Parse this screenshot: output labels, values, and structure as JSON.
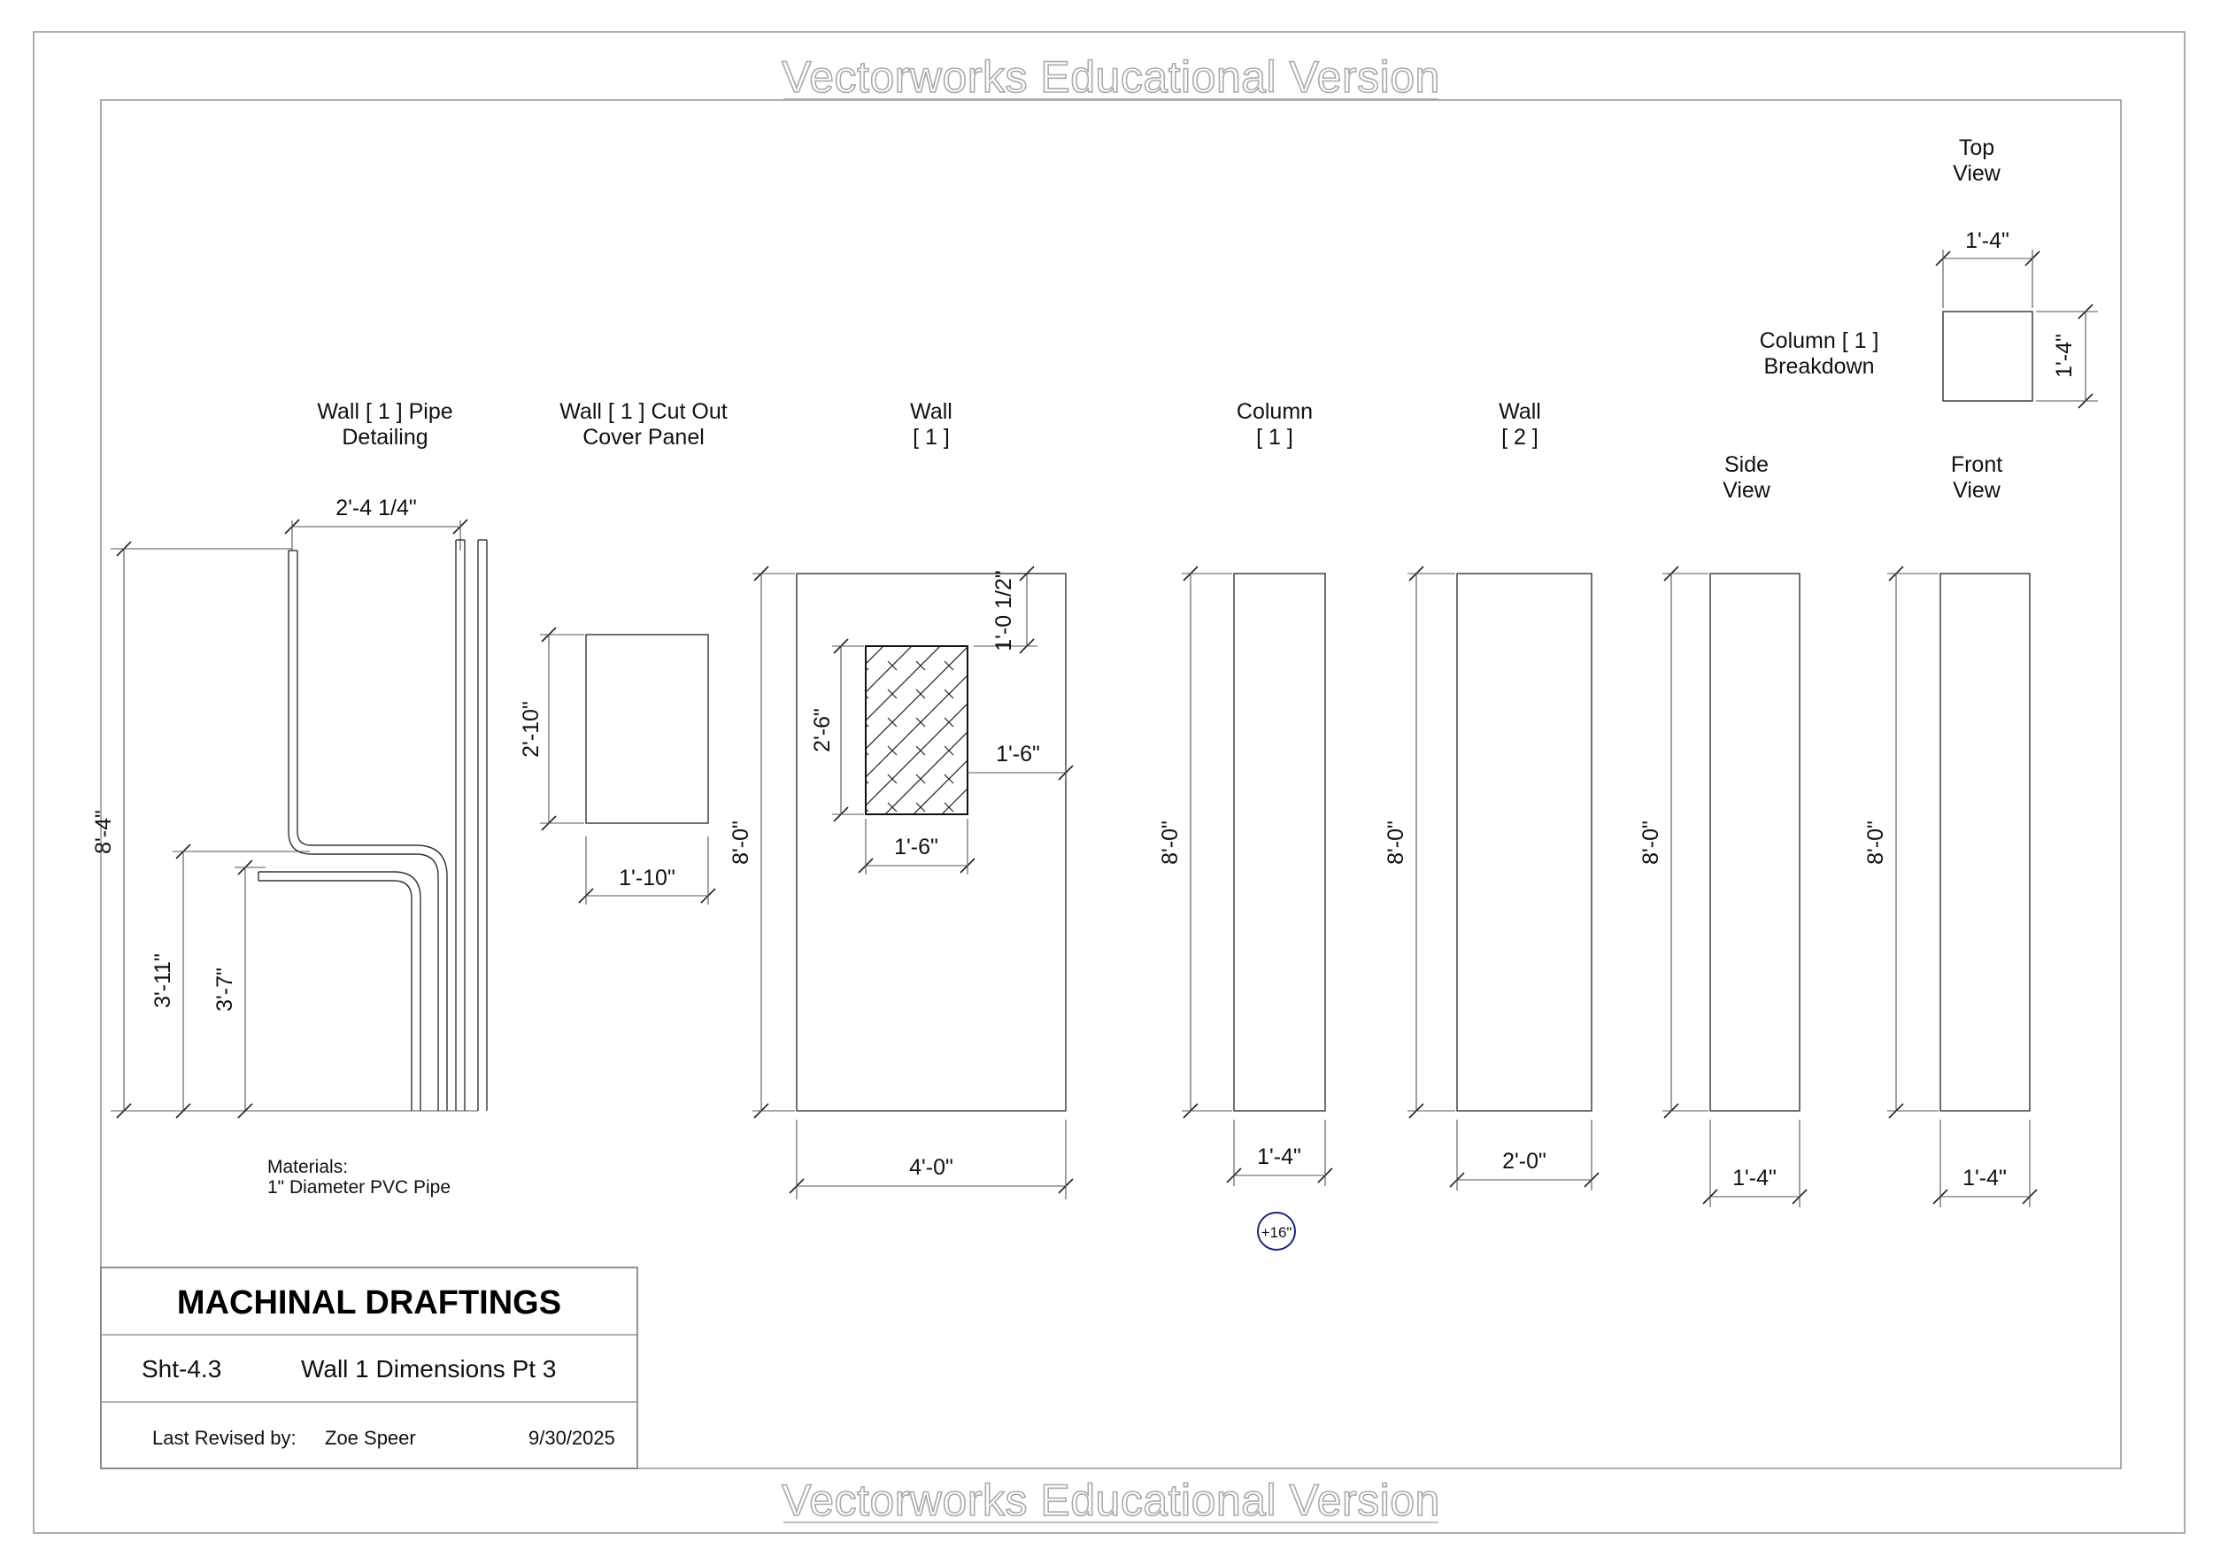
{
  "watermark": {
    "text": "Vectorworks Educational Version"
  },
  "views": {
    "pipe_detailing": {
      "line1": "Wall [ 1 ] Pipe",
      "line2": "Detailing"
    },
    "cover_panel": {
      "line1": "Wall [ 1 ] Cut Out",
      "line2": "Cover Panel"
    },
    "wall1": {
      "line1": "Wall",
      "line2": "[ 1 ]"
    },
    "column1": {
      "line1": "Column",
      "line2": "[ 1 ]"
    },
    "wall2": {
      "line1": "Wall",
      "line2": "[ 2 ]"
    },
    "side_view": {
      "line1": "Side",
      "line2": "View"
    },
    "front_view": {
      "line1": "Front",
      "line2": "View"
    },
    "top_view": {
      "line1": "Top",
      "line2": "View"
    },
    "column_breakdown": {
      "line1": "Column [ 1 ]",
      "line2": "Breakdown"
    }
  },
  "dimensions": {
    "pipe_width": "2'-4 1/4\"",
    "pipe_height": "8'-4\"",
    "pipe_lower_outer": "3'-11\"",
    "pipe_lower_inner": "3'-7\"",
    "panel_height": "2'-10\"",
    "panel_width": "1'-10\"",
    "wall1_height": "8'-0\"",
    "wall1_width": "4'-0\"",
    "cutout_top_offset": "1'-0 1/2\"",
    "cutout_height": "2'-6\"",
    "cutout_side_offset": "1'-6\"",
    "cutout_width": "1'-6\"",
    "column_height": "8'-0\"",
    "column_width": "1'-4\"",
    "wall2_height": "8'-0\"",
    "wall2_width": "2'-0\"",
    "side_height": "8'-0\"",
    "side_width": "1'-4\"",
    "front_height": "8'-0\"",
    "front_width": "1'-4\"",
    "top_width": "1'-4\"",
    "top_depth": "1'-4\""
  },
  "materials": {
    "line1": "Materials:",
    "line2": "1\" Diameter PVC Pipe"
  },
  "marker": {
    "text": "+16\""
  },
  "title_block": {
    "company": "MACHINAL DRAFTINGS",
    "sheet": "Sht-4.3",
    "sheet_title": "Wall 1 Dimensions Pt 3",
    "revised_label": "Last Revised by:",
    "revised_name": "Zoe Speer",
    "revised_date": "9/30/2025"
  }
}
